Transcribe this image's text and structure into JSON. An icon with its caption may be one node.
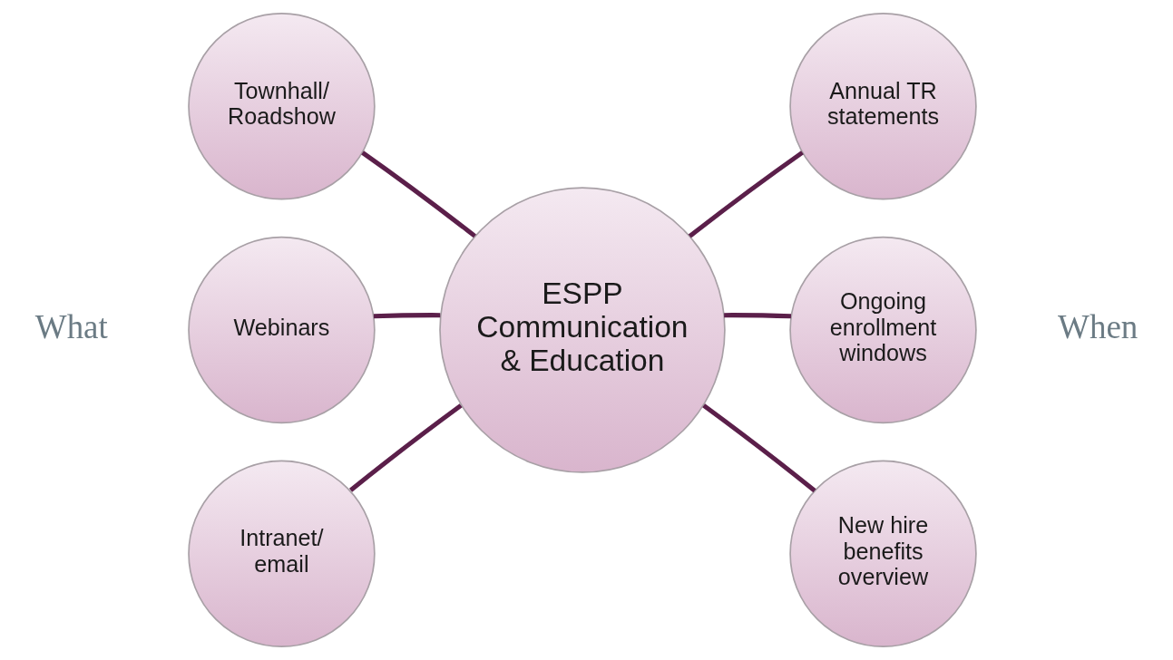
{
  "diagram": {
    "nodes": [
      {
        "text": [
          "ESPP Communication & Education"
        ]
      },
      {
        "text": [
          "Townhall/ Roadshow"
        ]
      },
      {
        "text": [
          "Webinars"
        ]
      },
      {
        "text": [
          "Intranet/ email"
        ]
      },
      {
        "text": [
          "Annual TR statements"
        ]
      },
      {
        "text": [
          "Ongoing enrollment windows"
        ]
      },
      {
        "text": [
          "New hire benefits overview"
        ]
      }
    ],
    "edges": [
      {
        "from": 0,
        "to": 1,
        "arrow": "none"
      },
      {
        "from": 0,
        "to": 2,
        "arrow": "none"
      },
      {
        "from": 0,
        "to": 3,
        "arrow": "none"
      },
      {
        "from": 0,
        "to": 4,
        "arrow": "none"
      },
      {
        "from": 0,
        "to": 5,
        "arrow": "none"
      },
      {
        "from": 0,
        "to": 6,
        "arrow": "none"
      }
    ],
    "labels": [
      "What",
      "When"
    ]
  }
}
